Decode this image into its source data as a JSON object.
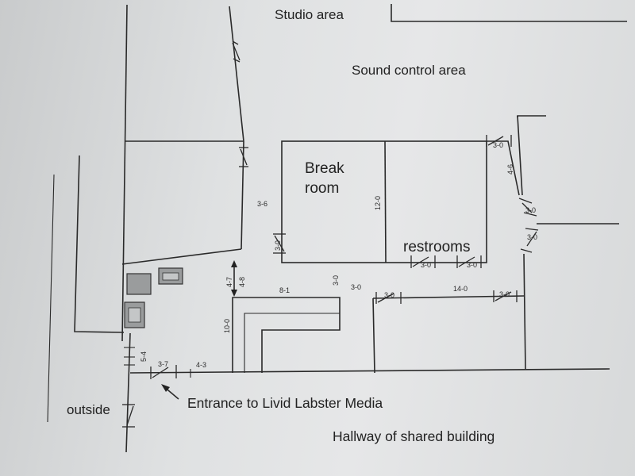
{
  "labels": {
    "studio": "Studio area",
    "sound_control": "Sound control area",
    "break_line1": "Break",
    "break_line2": "room",
    "restrooms": "restrooms",
    "outside": "outside",
    "entrance": "Entrance to Livid Labster Media",
    "hallway": "Hallway of shared building"
  },
  "dimensions": {
    "d_3_6": "3-6",
    "d_12_0": "12-0",
    "d_4_6": "4-6",
    "d_3_0_top": "3-0",
    "d_3_0_right1": "3-0",
    "d_3_0_right2": "3-0",
    "d_3_0_break": "3-0",
    "d_3_0_rest1": "3-0",
    "d_3_0_rest2": "3-0",
    "d_4_7": "4-7",
    "d_4_8": "4-8",
    "d_8_1": "8-1",
    "d_3_0_mid1": "3-0",
    "d_3_0_mid2": "3-0",
    "d_3_0_low1": "3-0",
    "d_14_0": "14-0",
    "d_3_0_low2": "3-0",
    "d_10_0": "10-0",
    "d_5_4": "5-4",
    "d_3_7": "3-7",
    "d_4_3": "4-3"
  }
}
